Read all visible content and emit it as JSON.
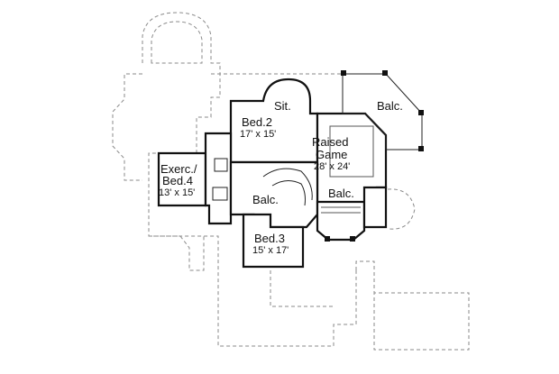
{
  "rooms": [
    {
      "id": "sit",
      "name": "Sit.",
      "dims": ""
    },
    {
      "id": "bed2",
      "name": "Bed.2",
      "dims": "17' x 15'"
    },
    {
      "id": "balc_ne",
      "name": "Balc.",
      "dims": ""
    },
    {
      "id": "raised_game",
      "name": "Raised\nGame",
      "name_line1": "Raised",
      "name_line2": "Game",
      "dims": "28' x 24'"
    },
    {
      "id": "exercise_bed4",
      "name_line1": "Exerc./",
      "name_line2": "Bed.4",
      "dims": "13' x 15'"
    },
    {
      "id": "balc_center_left",
      "name": "Balc.",
      "dims": ""
    },
    {
      "id": "balc_center_right",
      "name": "Balc.",
      "dims": ""
    },
    {
      "id": "bed3",
      "name": "Bed.3",
      "dims": "15' x 17'"
    }
  ],
  "colors": {
    "wall": "#111111",
    "outline": "#8a8a8a",
    "background": "#ffffff"
  }
}
